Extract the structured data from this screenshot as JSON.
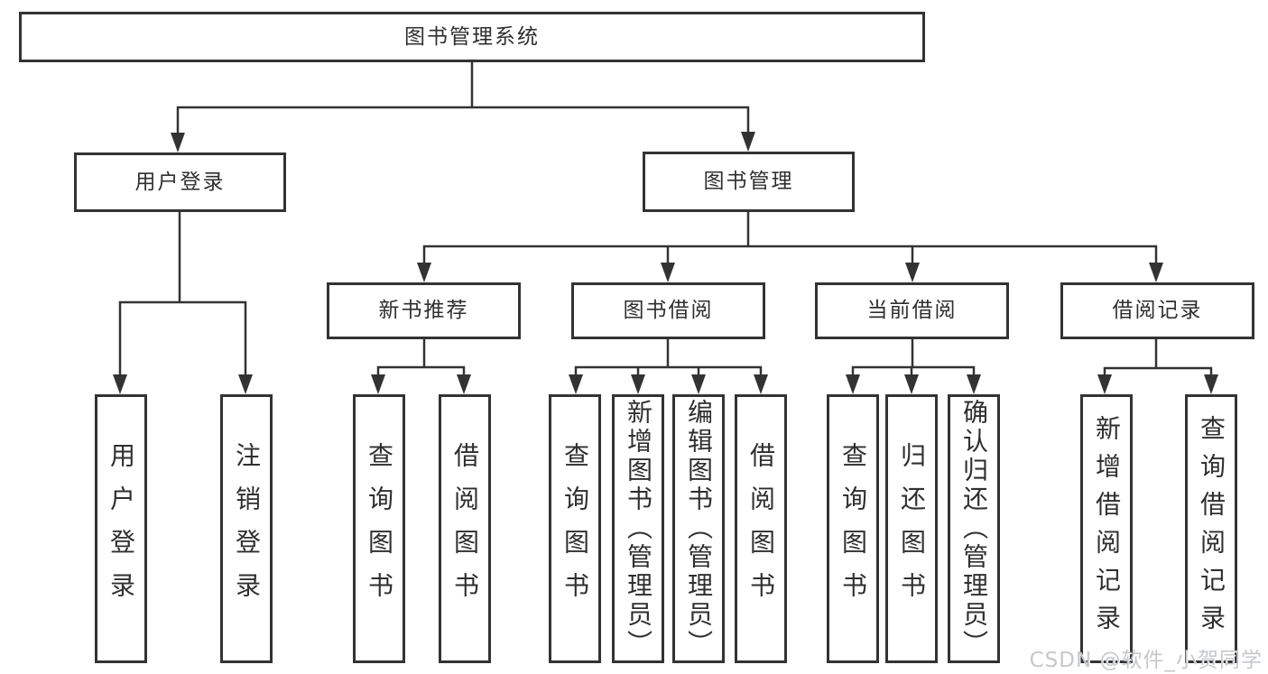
{
  "nodes": {
    "root": "图书管理系统",
    "level2": [
      "用户登录",
      "图书管理"
    ],
    "level3": [
      "新书推荐",
      "图书借阅",
      "当前借阅",
      "借阅记录"
    ],
    "leaves": {
      "user_login": [
        "用户登录",
        "注销登录"
      ],
      "new_book_recommend": [
        "查询图书",
        "借阅图书"
      ],
      "book_borrow": [
        "查询图书",
        "新增图书（管理员）",
        "编辑图书（管理员）",
        "借阅图书"
      ],
      "current_borrow": [
        "查询图书",
        "归还图书",
        "确认归还（管理员）"
      ],
      "borrow_records": [
        "新增借阅记录",
        "查询借阅记录"
      ]
    }
  },
  "watermark": {
    "text": "CSDN @软件_小贺同学"
  },
  "colors": {
    "line": "#333333",
    "box_border": "#333333",
    "text": "#2f2f2f",
    "watermark": "#c5c8cc",
    "background": "#ffffff"
  }
}
